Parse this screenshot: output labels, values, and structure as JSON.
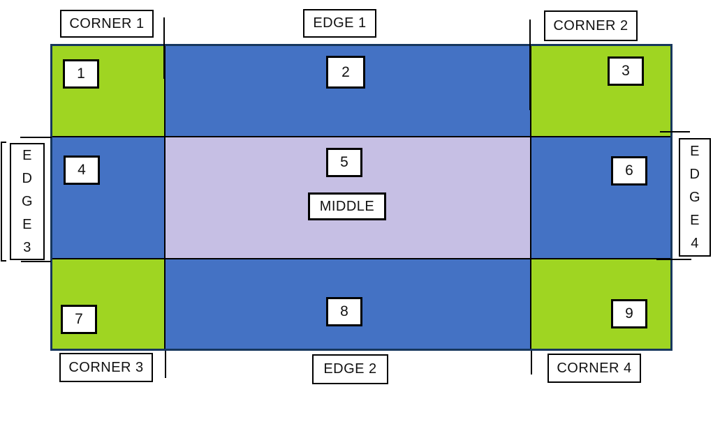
{
  "colors": {
    "corner_fill": "#9FD522",
    "edge_fill": "#4472C4",
    "middle_fill": "#C6BFE4",
    "grid_border": "#17375D",
    "line_black": "#000000"
  },
  "labels": {
    "corner1": "CORNER 1",
    "edge1": "EDGE 1",
    "corner2": "CORNER 2",
    "edge3_vertical": "E\nD\nG\nE\n3",
    "edge4_vertical": "E\nD\nG\nE\n4",
    "corner3": "CORNER 3",
    "edge2": "EDGE 2",
    "corner4": "CORNER 4",
    "middle": "MIDDLE"
  },
  "cells": [
    {
      "number": "1",
      "region": "corner-1",
      "color": "green"
    },
    {
      "number": "2",
      "region": "edge-1",
      "color": "blue"
    },
    {
      "number": "3",
      "region": "corner-2",
      "color": "green"
    },
    {
      "number": "4",
      "region": "edge-3",
      "color": "blue"
    },
    {
      "number": "5",
      "region": "middle",
      "color": "lavender"
    },
    {
      "number": "6",
      "region": "edge-4",
      "color": "blue"
    },
    {
      "number": "7",
      "region": "corner-3",
      "color": "green"
    },
    {
      "number": "8",
      "region": "edge-2",
      "color": "blue"
    },
    {
      "number": "9",
      "region": "corner-4",
      "color": "green"
    }
  ]
}
